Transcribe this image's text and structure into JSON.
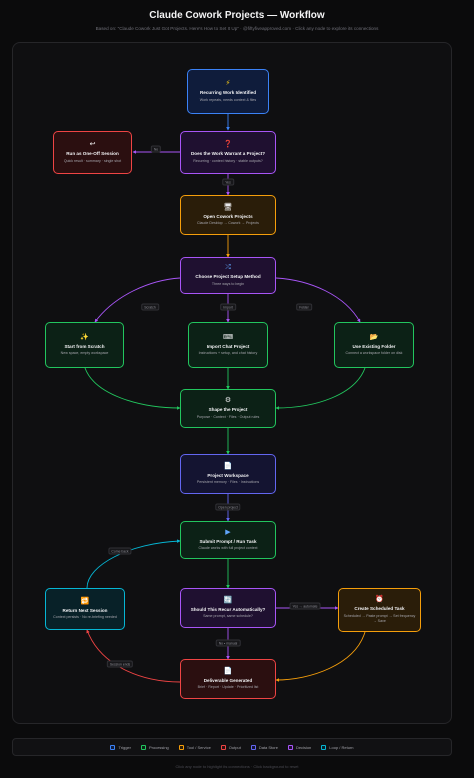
{
  "header": {
    "title": "Claude Cowork Projects — Workflow",
    "subtitle": "Based on: \"Claude Cowork Just Got Projects. Here's How to Set It Up\" · @fiftyfiveapproved.com · Click any node to explore its connections"
  },
  "nodes": {
    "recurring": {
      "icon": "⚡",
      "title": "Recurring Work Identified",
      "desc": "Work repeats, needs context & files"
    },
    "warrant": {
      "icon": "❓",
      "title": "Does the Work Warrant a Project?",
      "desc": "Recurring · context history · stable outputs?"
    },
    "oneoff": {
      "icon": "↩",
      "title": "Run as One-Off Session",
      "desc": "Quick result · summary · single shot"
    },
    "open": {
      "icon": "🖥",
      "title": "Open Cowork Projects",
      "desc": "Claude Desktop → Cowork → Projects"
    },
    "method": {
      "icon": "⤮",
      "title": "Choose Project Setup Method",
      "desc": "Three ways to begin"
    },
    "scratch": {
      "icon": "✨",
      "title": "Start from Scratch",
      "desc": "New space, empty workspace"
    },
    "import": {
      "icon": "⌨",
      "title": "Import Chat Project",
      "desc": "Instructions + setup, and chat history"
    },
    "folder": {
      "icon": "📂",
      "title": "Use Existing Folder",
      "desc": "Connect a workspace folder on disk"
    },
    "shape": {
      "icon": "⚙",
      "title": "Shape the Project",
      "desc": "Purpose · Context · Files · Output rules"
    },
    "workspace": {
      "icon": "📄",
      "title": "Project Workspace",
      "desc": "Persistent memory · Files · Instructions"
    },
    "submit": {
      "icon": "▶",
      "title": "Submit Prompt / Run Task",
      "desc": "Claude works with full project context"
    },
    "recur": {
      "icon": "🔄",
      "title": "Should This Recur Automatically?",
      "desc": "Same prompt, same schedule?"
    },
    "scheduled": {
      "icon": "⏰",
      "title": "Create Scheduled Task",
      "desc": "Scheduled → Paste prompt → Set frequency → Save"
    },
    "returnnext": {
      "icon": "🔁",
      "title": "Return Next Session",
      "desc": "Context persists · No re-briefing needed"
    },
    "deliverable": {
      "icon": "📄",
      "title": "Deliverable Generated",
      "desc": "Brief · Report · Update · Prioritized list"
    }
  },
  "edge_labels": {
    "no": "No",
    "yes": "Yes",
    "scratch": "Scratch",
    "import": "Import",
    "folder": "Folder",
    "open_project": "Open project",
    "come_back": "Come back",
    "yes_automate": "Yes → automate",
    "no_manual": "No • manual",
    "session_ends": "Session ends"
  },
  "legend": [
    {
      "label": "Trigger",
      "color": "#3b82f6"
    },
    {
      "label": "Processing",
      "color": "#22c55e"
    },
    {
      "label": "Tool / Service",
      "color": "#f59e0b"
    },
    {
      "label": "Output",
      "color": "#ef4444"
    },
    {
      "label": "Data Store",
      "color": "#6366f1"
    },
    {
      "label": "Decision",
      "color": "#a855f7"
    },
    {
      "label": "Loop / Return",
      "color": "#06b6d4"
    }
  ],
  "footer": "Click any node to highlight its connections · Click background to reset"
}
